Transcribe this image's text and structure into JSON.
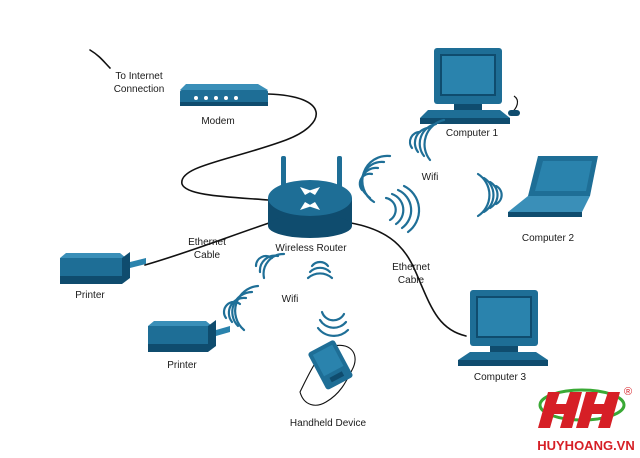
{
  "labels": {
    "internet": [
      "To Internet",
      "Connection"
    ],
    "modem": "Modem",
    "computer1": "Computer 1",
    "wifi_top": "Wifi",
    "computer2": "Computer 2",
    "router": "Wireless Router",
    "eth_left": [
      "Ethernet",
      "Cable"
    ],
    "eth_right": [
      "Ethernet",
      "Cable"
    ],
    "printer1": "Printer",
    "printer2": "Printer",
    "wifi_bottom": "Wifi",
    "computer3": "Computer 3",
    "handheld": "Handheld Device"
  },
  "watermark": {
    "text": "HUYHOANG.VN",
    "registered": "®"
  },
  "colors": {
    "device_dark": "#0f4c6e",
    "device_mid": "#1e6e96",
    "device_light": "#3a8fb8",
    "wave": "#1f6f97",
    "logo_red": "#d61f26",
    "logo_green": "#3aa935"
  }
}
